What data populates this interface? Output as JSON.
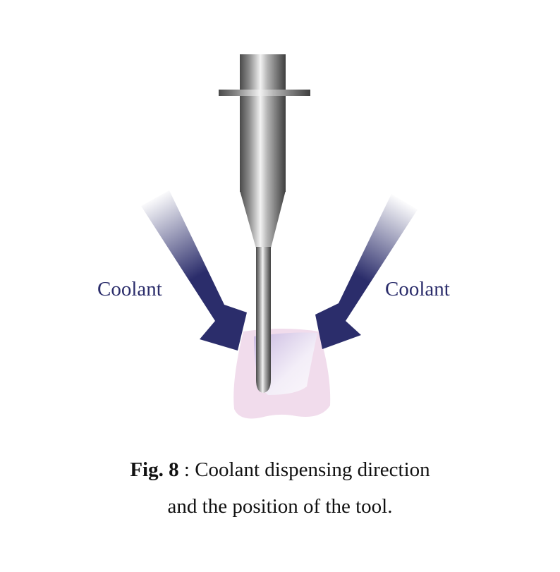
{
  "diagram": {
    "labels": {
      "left_coolant": "Coolant",
      "right_coolant": "Coolant"
    },
    "caption": {
      "fig_label": "Fig. 8",
      "separator": " : ",
      "line1_text": "Coolant dispensing direction",
      "line2_text": "and the position of the tool."
    },
    "colors": {
      "arrow": "#2b2d6b",
      "workpiece": "#f1dcec",
      "text": "#2b2d6b"
    }
  }
}
